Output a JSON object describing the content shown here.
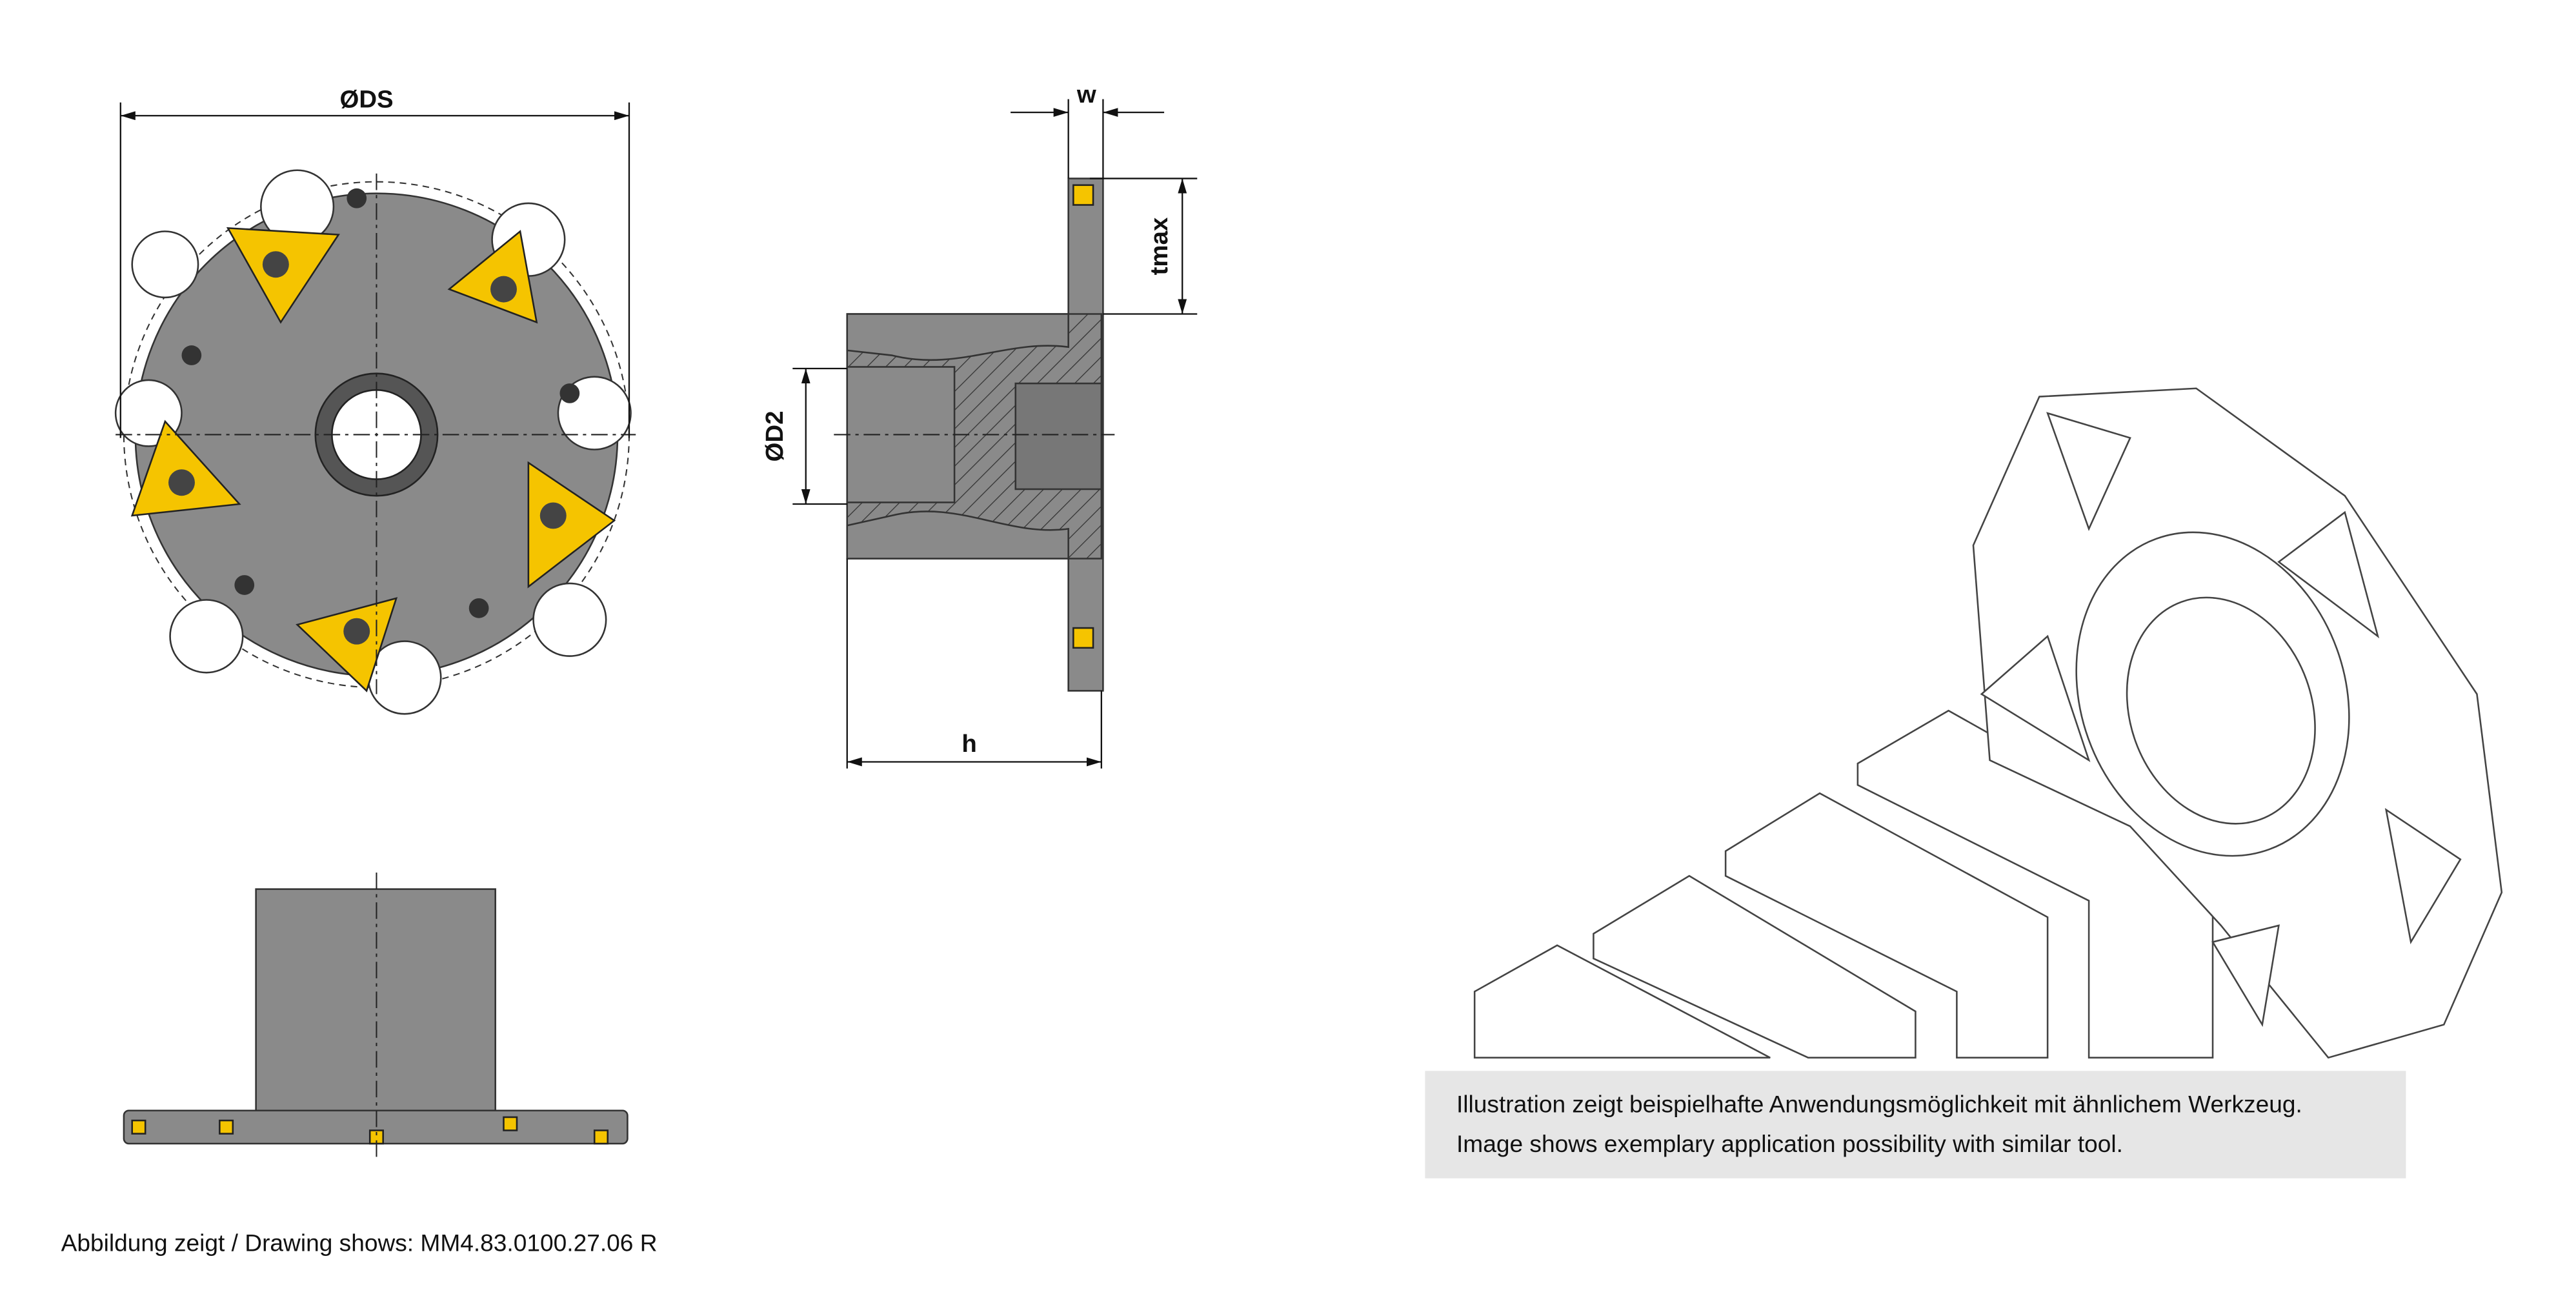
{
  "dimensions": {
    "ds": "ØDS",
    "w": "w",
    "tmax": "tmax",
    "d2": "ØD2",
    "h": "h"
  },
  "caption": {
    "line1": "Illustration zeigt beispielhafte Anwendungsmöglichkeit mit ähnlichem Werkzeug.",
    "line2": "Image shows exemplary application possibility with similar tool."
  },
  "footer": "Abbildung zeigt / Drawing shows: MM4.83.0100.27.06 R",
  "colors": {
    "insert": "#f5c400",
    "body": "#8a8a8a",
    "caption_bg": "#e6e6e6"
  }
}
